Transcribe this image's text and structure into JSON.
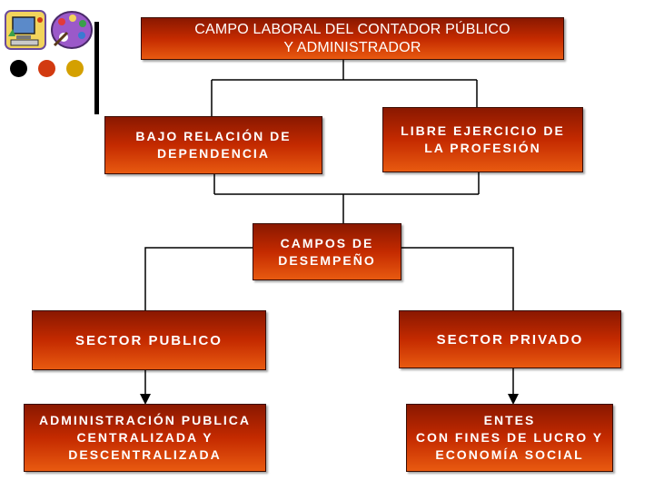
{
  "theme": {
    "box_top": "#8a1800",
    "box_mid": "#c42a00",
    "box_bottom": "#e85a10",
    "line_color": "#000000",
    "dot_colors": [
      "#000000",
      "#d23a10",
      "#d4a000"
    ]
  },
  "decor": {
    "clipart_icons": [
      "computer-clipart-icon",
      "paint-palette-clipart-icon"
    ]
  },
  "diagram": {
    "title": "CAMPO LABORAL DEL CONTADOR PÚBLICO\nY ADMINISTRADOR",
    "level1": {
      "left": "BAJO RELACIÓN DE\nDEPENDENCIA",
      "right": "LIBRE EJERCICIO DE\nLA PROFESIÓN"
    },
    "center": "CAMPOS DE\nDESEMPEÑO",
    "sectors": {
      "public": "SECTOR PUBLICO",
      "private": "SECTOR PRIVADO"
    },
    "details": {
      "public": "ADMINISTRACIÓN PUBLICA\nCENTRALIZADA Y\nDESCENTRALIZADA",
      "private": "ENTES\nCON FINES DE LUCRO Y\nECONOMÍA SOCIAL"
    }
  }
}
